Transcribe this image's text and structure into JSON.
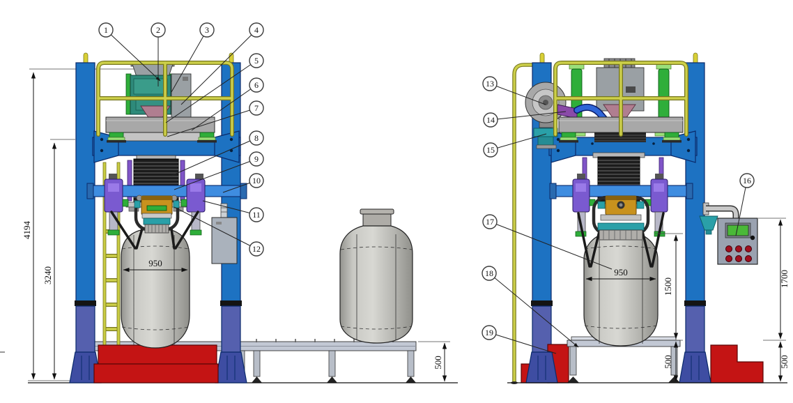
{
  "front_view": {
    "callouts": [
      "1",
      "2",
      "3",
      "4",
      "5",
      "6",
      "7",
      "8",
      "9",
      "10",
      "11",
      "12"
    ],
    "dims": {
      "total_height": "4194",
      "frame_height": "3240",
      "bag_width": "950",
      "conveyor_height": "500"
    }
  },
  "side_view": {
    "callouts": [
      "13",
      "14",
      "15",
      "16",
      "17",
      "18",
      "19"
    ],
    "dims": {
      "bag_width": "950",
      "bag_height": "1500",
      "table_height": "500",
      "panel_height": "1700",
      "base_height": "500"
    }
  },
  "colors": {
    "frame_blue": "#1d72c2",
    "beam_blue": "#3f8de0",
    "rail_yellow": "#c9cc42",
    "hopper_teal": "#2e8a7a",
    "funnel_pink": "#b07e90",
    "machine_gray": "#9aa0a4",
    "accent_green": "#2fae3a",
    "clamp_purple": "#7a5ad0",
    "spout_orange": "#c8921e",
    "collar_teal": "#2aa0a8",
    "bag_gray": "#b5b5b0",
    "base_red": "#c41414",
    "panel_gray": "#9aa2b0",
    "display_green": "#4ab838",
    "button_red": "#a01020"
  }
}
